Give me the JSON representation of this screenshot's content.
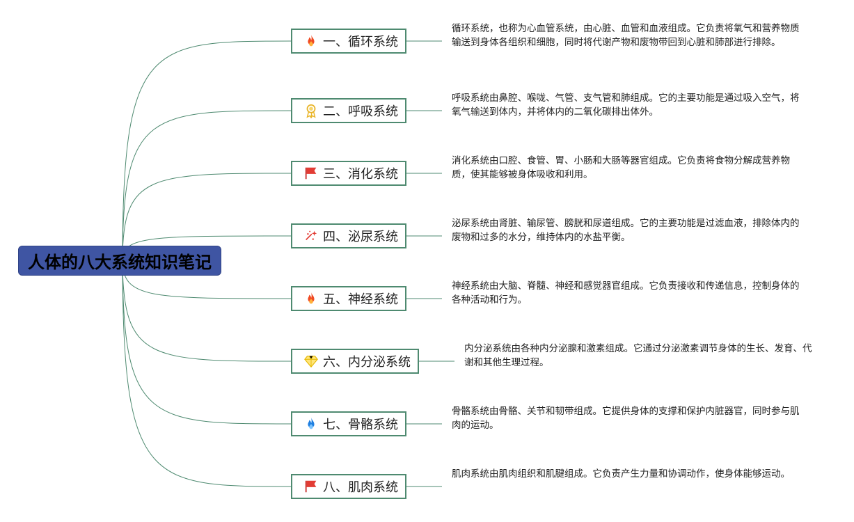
{
  "root": {
    "title": "人体的八大系统知识笔记"
  },
  "colors": {
    "root_bg": "#3f55a3",
    "line": "#4e8a70"
  },
  "nodes": [
    {
      "label": "一、循环系统",
      "icon": "fire-icon",
      "desc": "循环系统，也称为心血管系统，由心脏、血管和血液组成。它负责将氧气和营养物质输送到身体各组织和细胞，同时将代谢产物和废物带回到心脏和肺部进行排除。"
    },
    {
      "label": "二、呼吸系统",
      "icon": "medal-icon",
      "desc": "呼吸系统由鼻腔、喉咙、气管、支气管和肺组成。它的主要功能是通过吸入空气，将氧气输送到体内，并将体内的二氧化碳排出体外。"
    },
    {
      "label": "三、消化系统",
      "icon": "red-flag-icon",
      "desc": "消化系统由口腔、食管、胃、小肠和大肠等器官组成。它负责将食物分解成营养物质，使其能够被身体吸收和利用。"
    },
    {
      "label": "四、泌尿系统",
      "icon": "sparkle-icon",
      "desc": "泌尿系统由肾脏、输尿管、膀胱和尿道组成。它的主要功能是过滤血液，排除体内的废物和过多的水分，维持体内的水盐平衡。"
    },
    {
      "label": "五、神经系统",
      "icon": "fire-icon",
      "desc": "神经系统由大脑、脊髓、神经和感觉器官组成。它负责接收和传递信息，控制身体的各种活动和行为。"
    },
    {
      "label": "六、内分泌系统",
      "icon": "diamond-icon",
      "desc": "内分泌系统由各种内分泌腺和激素组成。它通过分泌激素调节身体的生长、发育、代谢和其他生理过程。"
    },
    {
      "label": "七、骨骼系统",
      "icon": "blue-flame-icon",
      "desc": "骨骼系统由骨骼、关节和韧带组成。它提供身体的支撑和保护内脏器官，同时参与肌肉的运动。"
    },
    {
      "label": "八、肌肉系统",
      "icon": "red-flag-icon",
      "desc": "肌肉系统由肌肉组织和肌腱组成。它负责产生力量和协调动作，使身体能够运动。"
    }
  ]
}
